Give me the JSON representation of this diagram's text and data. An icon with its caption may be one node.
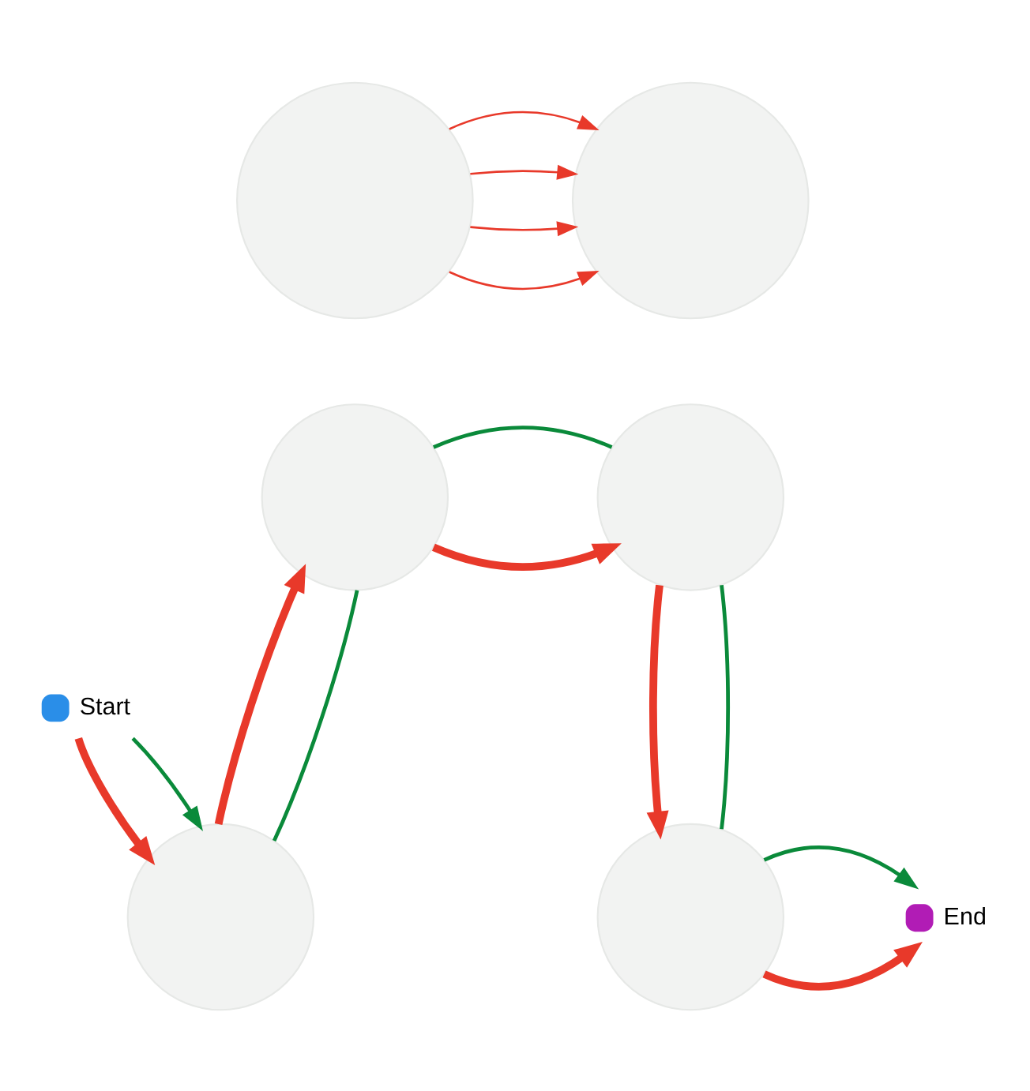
{
  "diagram": {
    "nodes": [
      {
        "text": [],
        "shape": "circle"
      },
      {
        "text": [],
        "shape": "circle"
      },
      {
        "text": [],
        "shape": "circle"
      },
      {
        "text": [],
        "shape": "circle"
      },
      {
        "text": [
          "Start"
        ]
      },
      {
        "text": [],
        "shape": "circle"
      },
      {
        "text": [],
        "shape": "circle"
      },
      {
        "text": [
          "End"
        ]
      }
    ],
    "edges": [
      {
        "from": 0,
        "to": 1,
        "arrow": "to"
      },
      {
        "from": 0,
        "to": 1,
        "arrow": "to"
      },
      {
        "from": 0,
        "to": 1,
        "arrow": "to"
      },
      {
        "from": 0,
        "to": 1,
        "arrow": "to"
      },
      {
        "from": 2,
        "to": 3,
        "arrow": "to",
        "style": "thick"
      },
      {
        "from": 5,
        "to": 2,
        "arrow": "to",
        "style": "thick"
      },
      {
        "from": 4,
        "to": 5,
        "arrow": "to",
        "style": "thick"
      },
      {
        "from": 3,
        "to": 6,
        "arrow": "to",
        "style": "thick"
      },
      {
        "from": 6,
        "to": 7,
        "arrow": "to",
        "style": "thick"
      },
      {
        "from": 4,
        "to": 5,
        "arrow": "to",
        "color": "#0a8a3a"
      },
      {
        "from": 5,
        "to": 2,
        "arrow": "none",
        "color": "#0a8a3a"
      },
      {
        "from": 2,
        "to": 3,
        "arrow": "none",
        "color": "#0a8a3a"
      },
      {
        "from": 3,
        "to": 6,
        "arrow": "none",
        "color": "#0a8a3a"
      },
      {
        "from": 6,
        "to": 7,
        "arrow": "to",
        "color": "#0a8a3a"
      }
    ]
  }
}
